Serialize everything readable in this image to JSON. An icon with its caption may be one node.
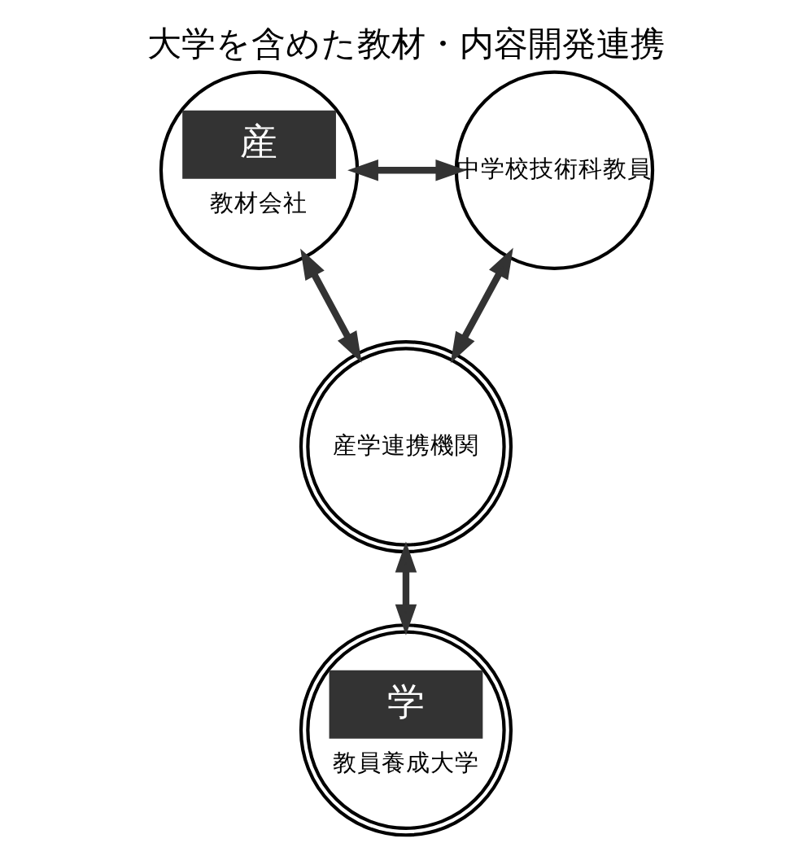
{
  "diagram": {
    "title": "大学を含めた教材・内容開発連携",
    "nodes": [
      {
        "text": [
          "産",
          "教材会社"
        ]
      },
      {
        "text": [
          "中学校技術科教員"
        ]
      },
      {
        "text": [
          "産学連携機関"
        ]
      },
      {
        "text": [
          "学",
          "教員養成大学"
        ]
      }
    ],
    "edges": [
      {
        "from": 0,
        "to": 1,
        "arrow": "both"
      },
      {
        "from": 0,
        "to": 2,
        "arrow": "both"
      },
      {
        "from": 2,
        "to": 1,
        "arrow": "both"
      },
      {
        "from": 2,
        "to": 3,
        "arrow": "both"
      }
    ]
  }
}
